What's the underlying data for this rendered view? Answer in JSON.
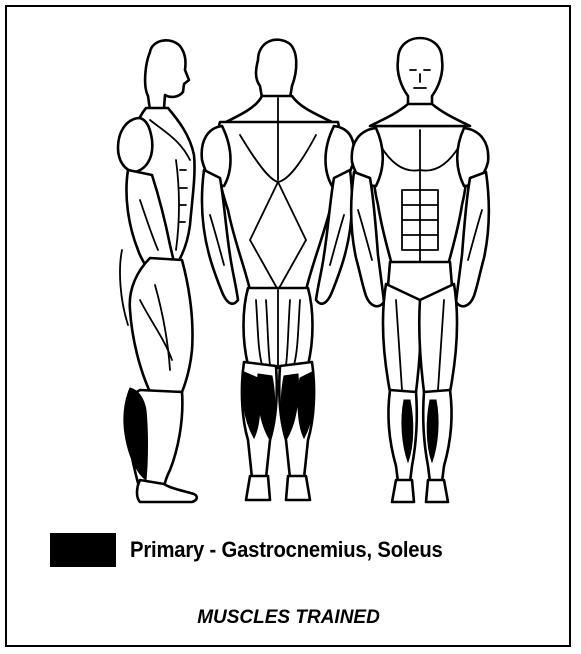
{
  "legend": {
    "label": "Primary - Gastrocnemius, Soleus",
    "swatch_color": "#000000"
  },
  "caption": "MUSCLES TRAINED",
  "figures": [
    "side-view",
    "rear-view",
    "front-view"
  ]
}
